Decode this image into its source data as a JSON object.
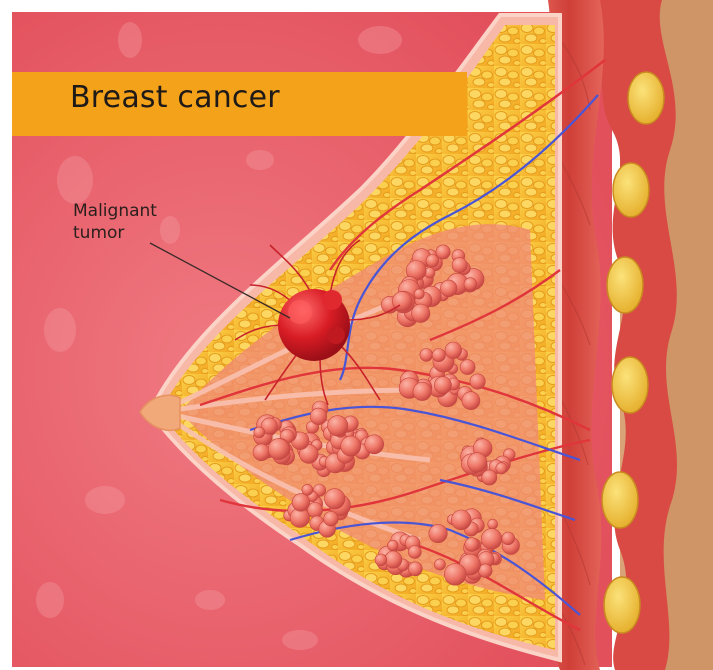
{
  "title": "Breast cancer",
  "labels": {
    "malignant_tumor_line1": "Malignant",
    "malignant_tumor_line2": "tumor"
  },
  "colors": {
    "background": "#e8606a",
    "title_banner": "#f3a21a",
    "fat_tissue": "#f8bf2a",
    "lobules": "#ee7566",
    "tumor": "#d81c24",
    "muscle": "#d94a42",
    "ribs": "#f4c94b",
    "skin": "#d9a277",
    "arteries": "#e0353a",
    "veins": "#4a55d6"
  },
  "icons": [
    "breast-cross-section-illustration",
    "rib-icon",
    "lobule-cluster-icon",
    "tumor-icon"
  ]
}
